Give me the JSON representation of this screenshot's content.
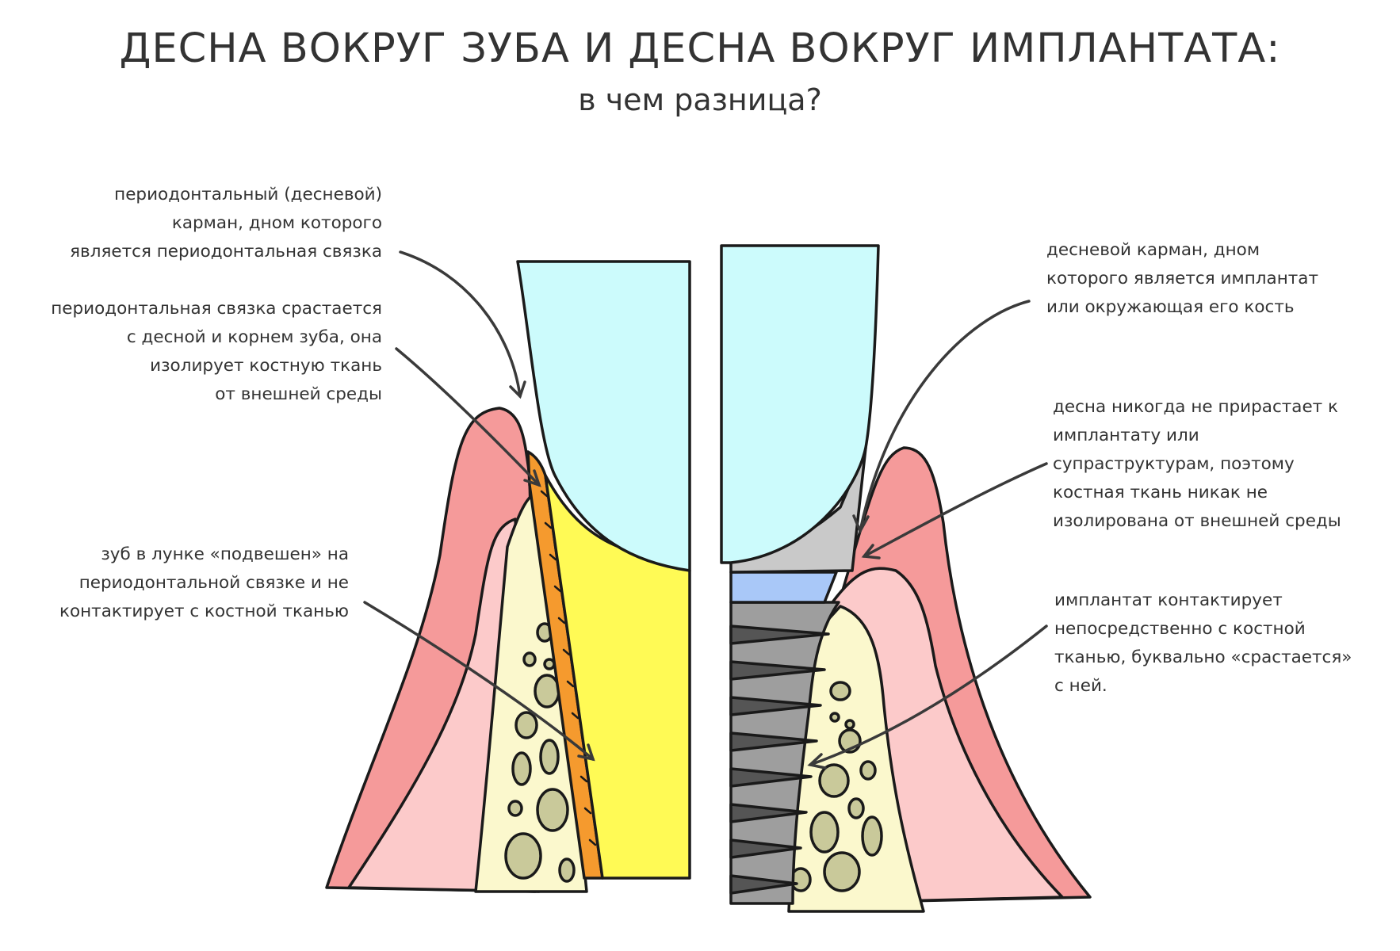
{
  "title": "ДЕСНА ВОКРУГ ЗУБА И ДЕСНА ВОКРУГ ИМПЛАНТАТА:",
  "subtitle": "в чем разница?",
  "annotations": {
    "tooth_pocket": [
      "периодонтальный (десневой)",
      "карман, дном которого",
      "является периодонтальная связка"
    ],
    "ligament_seal": [
      "периодонтальная связка срастается",
      "с десной и корнем зуба, она",
      "изолирует костную ткань",
      "от внешней среды"
    ],
    "tooth_suspended": [
      "зуб   в лунке  «подвешен» на",
      "периодонтальной связке и не",
      "контактирует с костной тканью"
    ],
    "implant_pocket": [
      "десневой карман, дном",
      "которого является имплантат",
      "или окружающая его кость"
    ],
    "no_attachment": [
      "десна никогда не прирастает к",
      "имплантату или",
      "супраструктурам, поэтому",
      "костная ткань никак не",
      "изолирована от внешней среды"
    ],
    "osseointegration": [
      "имплантат контактирует",
      "непосредственно с костной",
      "тканью, буквально «срастается»",
      "с ней."
    ]
  },
  "colors": {
    "gum_outer": "#F59A9A",
    "gum_inner": "#FCCACA",
    "bone": "#FBF8CD",
    "bone_pore": "#C9C99A",
    "ligament": "#F59A2E",
    "root_dentin": "#FFFA55",
    "crown": "#CCFBFC",
    "abutment_collar": "#C9C9C9",
    "abutment_ring": "#A9C8F8",
    "implant_body": "#9E9E9E",
    "implant_thread": "#555555",
    "text": "#333333"
  }
}
